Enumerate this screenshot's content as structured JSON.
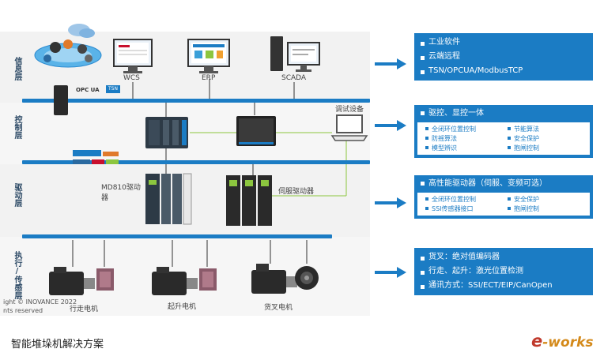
{
  "layers": {
    "info": "信息层",
    "control": "控制层",
    "drive": "驱动层",
    "exec": "执行/传感层"
  },
  "devices": {
    "wcs": "WCS",
    "erp": "ERP",
    "scada": "SCADA",
    "debug": "调试设备",
    "md810": "MD810驱动器",
    "servo_drive": "伺服驱动器",
    "walk_motor": "行走电机",
    "lift_motor": "起升电机",
    "fork_motor": "货叉电机",
    "opcua": "OPC UA",
    "tsn": "TSN"
  },
  "copyright": {
    "line1": "ight © INOVANCE 2022",
    "line2": "nts reserved"
  },
  "boxes": [
    {
      "items": [
        "工业软件",
        "云端远程",
        "TSN/OPCUA/ModbusTCP"
      ]
    },
    {
      "header": "驱控、显控一体",
      "sub": [
        "全闭环位置控制",
        "节能算法",
        "防摇算法",
        "安全保护",
        "模型辨识",
        "抱闸控制"
      ]
    },
    {
      "header": "高性能驱动器（伺服、变频可选）",
      "sub": [
        "全闭环位置控制",
        "安全保护",
        "SSI传感器接口",
        "抱闸控制"
      ]
    },
    {
      "items": [
        "货叉：绝对值编码器",
        "行走、起升：激光位置检测",
        "通讯方式：SSI/ECT/EIP/CanOpen"
      ]
    }
  ],
  "caption": "智能堆垛机解决方案",
  "logo": {
    "e": "e",
    "text": "-works"
  },
  "colors": {
    "accent": "#1b7cc4",
    "green_link": "#8cc63f"
  }
}
